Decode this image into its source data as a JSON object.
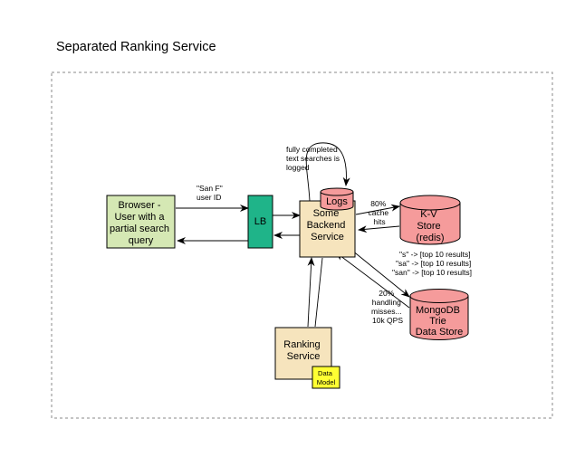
{
  "title": "Separated Ranking Service",
  "nodes": {
    "browser": {
      "lines": [
        "Browser -",
        "User with a",
        "partial search",
        "query"
      ],
      "fill": "#d5e8b4"
    },
    "lb": {
      "label": "LB",
      "fill": "#1fb489"
    },
    "backend": {
      "lines": [
        "Some",
        "Backend",
        "Service"
      ],
      "fill": "#f6e4bd"
    },
    "logs": {
      "label": "Logs",
      "fill": "#f59b9b"
    },
    "kv": {
      "lines": [
        "K-V",
        "Store",
        "(redis)"
      ],
      "fill": "#f59b9b"
    },
    "mongo": {
      "lines": [
        "MongoDB",
        "Trie",
        "Data Store"
      ],
      "fill": "#f59b9b"
    },
    "ranking": {
      "lines": [
        "Ranking",
        "Service"
      ],
      "fill": "#f6e4bd"
    },
    "datamodel": {
      "lines": [
        "Data",
        "Model"
      ],
      "fill": "#ffff33"
    }
  },
  "annotations": {
    "request": [
      "\"San F\"",
      "user ID"
    ],
    "logged": [
      "fully completed",
      "text searches is",
      "logged"
    ],
    "cache_hits": [
      "80%",
      "cache",
      "hits"
    ],
    "cache_examples": [
      "\"s\" -> [top 10 results]",
      "\"sa\" -> [top 10 results]",
      "\"san\" -> [top 10 results]"
    ],
    "misses": [
      "20%",
      "handling",
      "misses...",
      "10k QPS"
    ]
  }
}
